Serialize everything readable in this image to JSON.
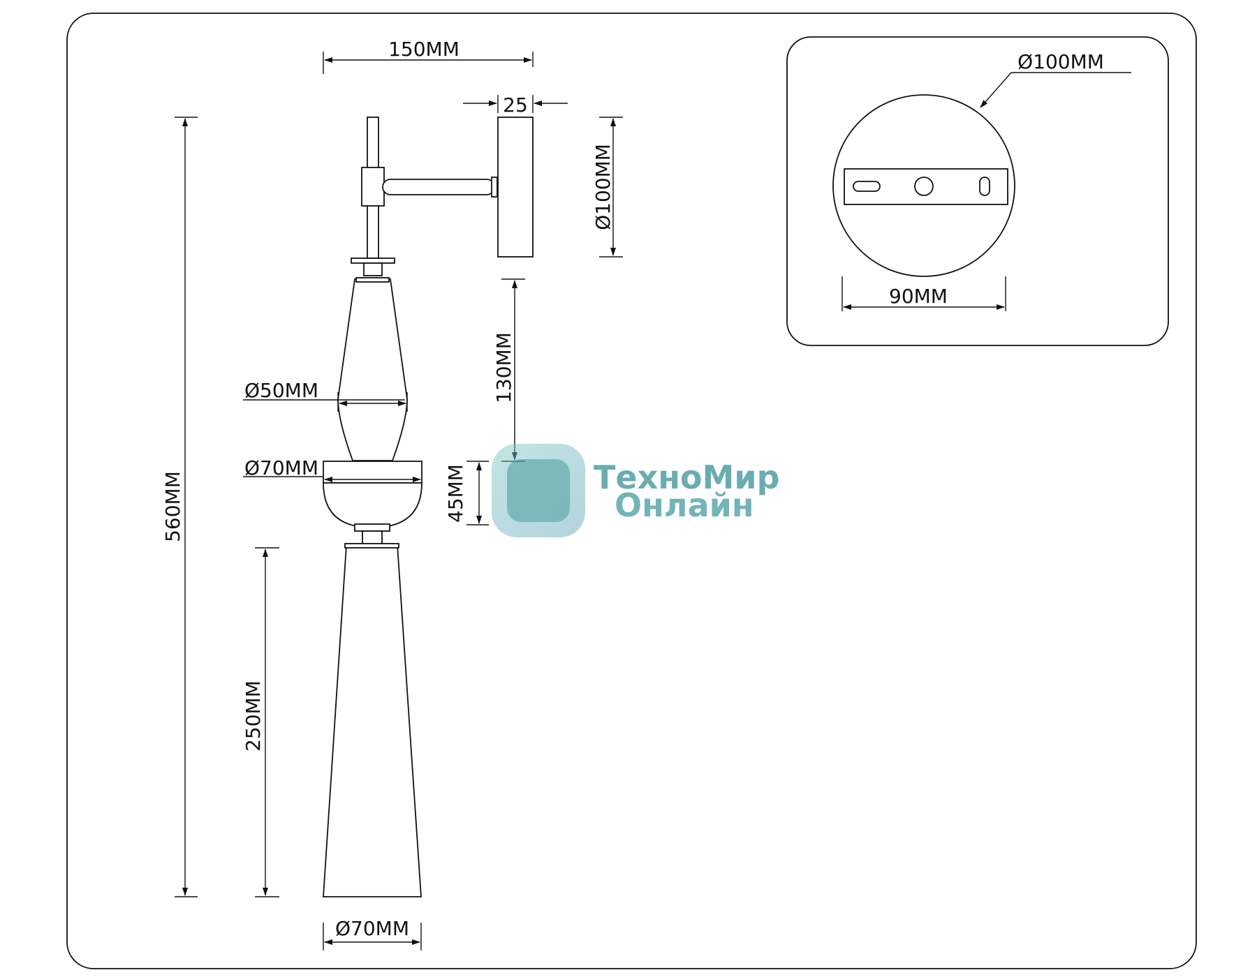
{
  "dimensions": {
    "arm_length": "150MM",
    "plate_depth": "25",
    "plate_diameter_side": "Ø100MM",
    "total_height": "560MM",
    "upper_shade_diameter": "Ø50MM",
    "cup_diameter": "Ø70MM",
    "shade_length": "250MM",
    "shade_bottom_diameter": "Ø70MM",
    "drop_height": "130MM",
    "cup_height": "45MM",
    "mount_plate_diameter": "Ø100MM",
    "mount_bracket_width": "90MM"
  },
  "watermark": {
    "line1": "ТехноМир",
    "line2": "Онлайн"
  },
  "colors": {
    "line": "#111111",
    "watermark_teal": "#4f9fa3",
    "background": "#ffffff"
  }
}
